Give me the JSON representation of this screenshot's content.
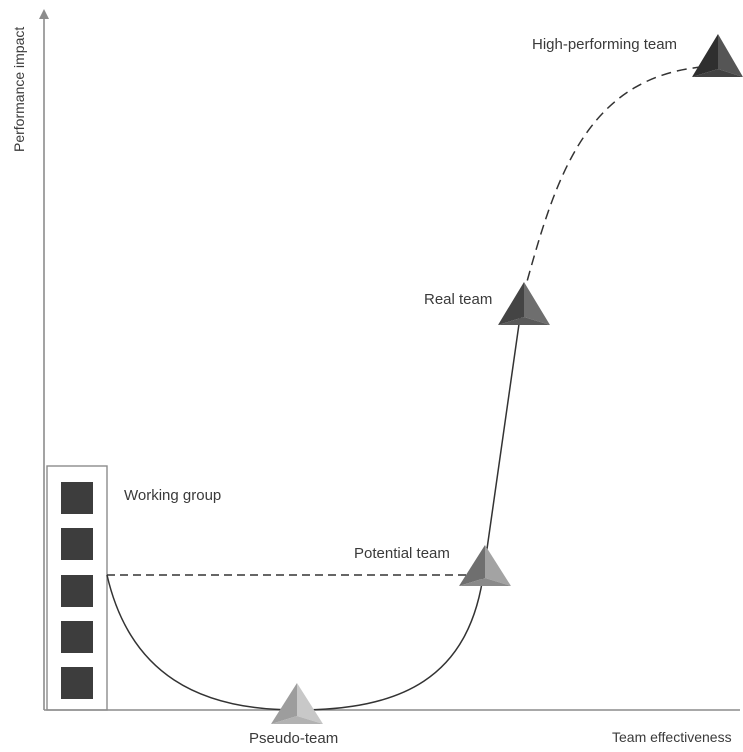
{
  "axes": {
    "y_label": "Performance impact",
    "x_label": "Team effectiveness"
  },
  "labels": {
    "working_group": "Working group",
    "pseudo_team": "Pseudo-team",
    "potential_team": "Potential team",
    "real_team": "Real team",
    "high_performing_team": "High-performing team"
  },
  "colors": {
    "axis": "#8c8c8c",
    "curve": "#333333",
    "square": "#3d3d3d",
    "box": "#8c8c8c",
    "tri_light": "#b5b5b5",
    "tri_mid": "#8a8a8a",
    "tri_dark": "#555555",
    "tri_darkest": "#3e3e3e"
  }
}
